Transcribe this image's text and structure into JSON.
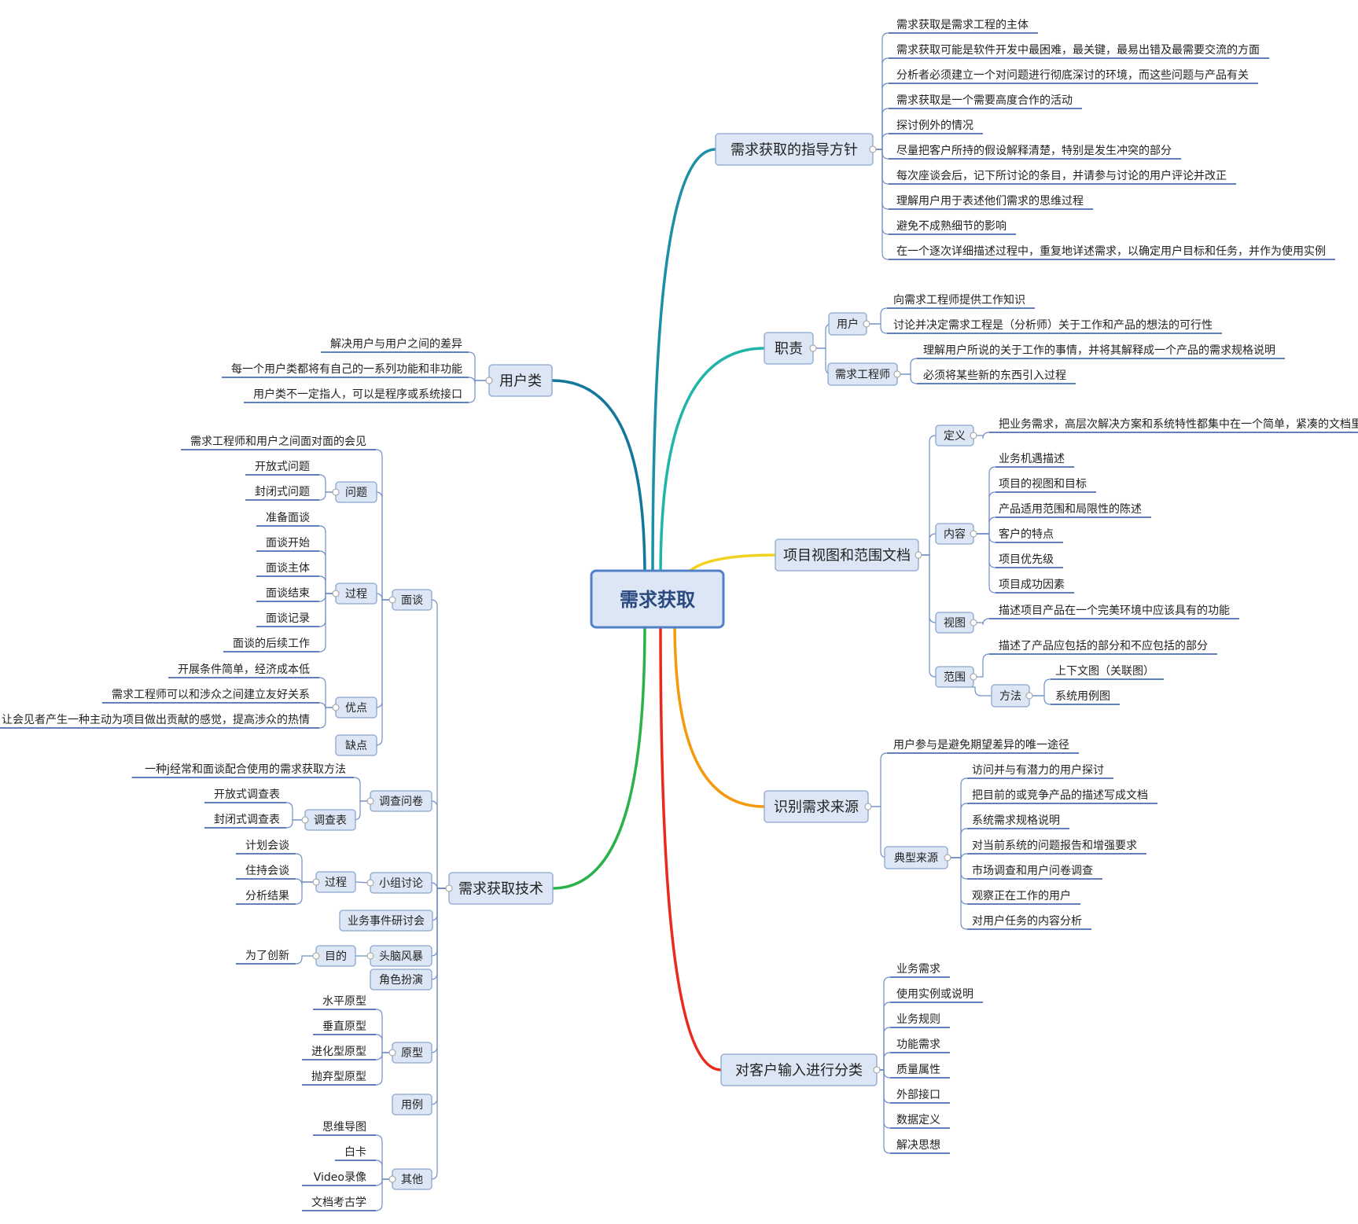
{
  "root": {
    "label": "需求获取"
  },
  "branches": [
    {
      "key": "guidelines",
      "label": "需求获取的指导方针",
      "color": "#1a8fa6",
      "children": [
        {
          "label": "需求获取是需求工程的主体"
        },
        {
          "label": "需求获取可能是软件开发中最困难，最关键，最易出错及最需要交流的方面"
        },
        {
          "label": "分析者必须建立一个对问题进行彻底深讨的环境，而这些问题与产品有关"
        },
        {
          "label": "需求获取是一个需要高度合作的活动"
        },
        {
          "label": "探讨例外的情况"
        },
        {
          "label": "尽量把客户所持的假设解释清楚，特别是发生冲突的部分"
        },
        {
          "label": "每次座谈会后，记下所讨论的条目，并请参与讨论的用户评论并改正"
        },
        {
          "label": "理解用户用于表述他们需求的思维过程"
        },
        {
          "label": "避免不成熟细节的影响"
        },
        {
          "label": "在一个逐次详细描述过程中，重复地详述需求，以确定用户目标和任务，并作为使用实例"
        }
      ]
    },
    {
      "key": "duty",
      "label": "职责",
      "color": "#20b5a8",
      "children": [
        {
          "label": "用户",
          "children": [
            {
              "label": "向需求工程师提供工作知识"
            },
            {
              "label": "讨论并决定需求工程是（分析师）关于工作和产品的想法的可行性"
            }
          ]
        },
        {
          "label": "需求工程师",
          "children": [
            {
              "label": "理解用户所说的关于工作的事情，并将其解释成一个产品的需求规格说明"
            },
            {
              "label": "必须将某些新的东西引入过程"
            }
          ]
        }
      ]
    },
    {
      "key": "scope",
      "label": "项目视图和范围文档",
      "color": "#f2d21f",
      "children": [
        {
          "label": "定义",
          "children": [
            {
              "label": "把业务需求，高层次解决方案和系统特性都集中在一个简单，紧凑的文档里"
            }
          ]
        },
        {
          "label": "内容",
          "children": [
            {
              "label": "业务机遇描述"
            },
            {
              "label": "项目的视图和目标"
            },
            {
              "label": "产品适用范围和局限性的陈述"
            },
            {
              "label": "客户的特点"
            },
            {
              "label": "项目优先级"
            },
            {
              "label": "项目成功因素"
            }
          ]
        },
        {
          "label": "视图",
          "children": [
            {
              "label": "描述项目产品在一个完美环境中应该具有的功能"
            }
          ]
        },
        {
          "label": "范围",
          "children": [
            {
              "label": "描述了产品应包括的部分和不应包括的部分"
            },
            {
              "label": "方法",
              "children": [
                {
                  "label": "上下文图（关联图）"
                },
                {
                  "label": "系统用例图"
                }
              ]
            }
          ]
        }
      ]
    },
    {
      "key": "source",
      "label": "识别需求来源",
      "color": "#f49a0c",
      "children": [
        {
          "label": "用户参与是避免期望差异的唯一途径"
        },
        {
          "label": "典型来源",
          "children": [
            {
              "label": "访问并与有潜力的用户探讨"
            },
            {
              "label": "把目前的或竞争产品的描述写成文档"
            },
            {
              "label": "系统需求规格说明"
            },
            {
              "label": "对当前系统的问题报告和增强要求"
            },
            {
              "label": "市场调查和用户问卷调查"
            },
            {
              "label": "观察正在工作的用户"
            },
            {
              "label": "对用户任务的内容分析"
            }
          ]
        }
      ]
    },
    {
      "key": "classify",
      "label": "对客户输入进行分类",
      "color": "#ea2a1e",
      "children": [
        {
          "label": "业务需求"
        },
        {
          "label": "使用实例或说明"
        },
        {
          "label": "业务规则"
        },
        {
          "label": "功能需求"
        },
        {
          "label": "质量属性"
        },
        {
          "label": "外部接口"
        },
        {
          "label": "数据定义"
        },
        {
          "label": "解决思想"
        }
      ]
    },
    {
      "key": "userclass",
      "label": "用户类",
      "color": "#13779b",
      "children": [
        {
          "label": "解决用户与用户之间的差异"
        },
        {
          "label": "每一个用户类都将有自己的一系列功能和非功能"
        },
        {
          "label": "用户类不一定指人，可以是程序或系统接口"
        }
      ]
    },
    {
      "key": "techniques",
      "label": "需求获取技术",
      "color": "#2bb24a",
      "children": [
        {
          "label": "面谈",
          "children": [
            {
              "label": "需求工程师和用户之间面对面的会见"
            },
            {
              "label": "问题",
              "children": [
                {
                  "label": "开放式问题"
                },
                {
                  "label": "封闭式问题"
                }
              ]
            },
            {
              "label": "过程",
              "children": [
                {
                  "label": "准备面谈"
                },
                {
                  "label": "面谈开始"
                },
                {
                  "label": "面谈主体"
                },
                {
                  "label": "面谈结束"
                },
                {
                  "label": "面谈记录"
                },
                {
                  "label": "面谈的后续工作"
                }
              ]
            },
            {
              "label": "优点",
              "children": [
                {
                  "label": "开展条件简单，经济成本低"
                },
                {
                  "label": "需求工程师可以和涉众之间建立友好关系"
                },
                {
                  "label": "让会见者产生一种主动为项目做出贡献的感觉，提高涉众的热情"
                }
              ]
            },
            {
              "label": "缺点"
            }
          ]
        },
        {
          "label": "调查问卷",
          "children": [
            {
              "label": "一种j经常和面谈配合使用的需求获取方法"
            },
            {
              "label": "调查表",
              "children": [
                {
                  "label": "开放式调查表"
                },
                {
                  "label": "封闭式调查表"
                }
              ]
            }
          ]
        },
        {
          "label": "小组讨论",
          "children": [
            {
              "label": "过程",
              "children": [
                {
                  "label": "计划会谈"
                },
                {
                  "label": "住持会谈"
                },
                {
                  "label": "分析结果"
                }
              ]
            }
          ]
        },
        {
          "label": "业务事件研讨会"
        },
        {
          "label": "头脑风暴",
          "children": [
            {
              "label": "目的",
              "children": [
                {
                  "label": "为了创新"
                }
              ]
            }
          ]
        },
        {
          "label": "角色扮演"
        },
        {
          "label": "原型",
          "children": [
            {
              "label": "水平原型"
            },
            {
              "label": "垂直原型"
            },
            {
              "label": "进化型原型"
            },
            {
              "label": "抛弃型原型"
            }
          ]
        },
        {
          "label": "用例"
        },
        {
          "label": "其他",
          "children": [
            {
              "label": "思维导图"
            },
            {
              "label": "白卡"
            },
            {
              "label": "Video录像"
            },
            {
              "label": "文档考古学"
            }
          ]
        }
      ]
    }
  ],
  "colors": {
    "box_fill": "#dde6f4",
    "box_stroke": "#8aa7cf",
    "root_fill": "#dde6f4",
    "root_stroke": "#4f80c9",
    "root_text": "#2a4a7f",
    "leaf_underline": "#2f56a8",
    "inner_line": "#6f8fc6",
    "text": "#222222"
  }
}
